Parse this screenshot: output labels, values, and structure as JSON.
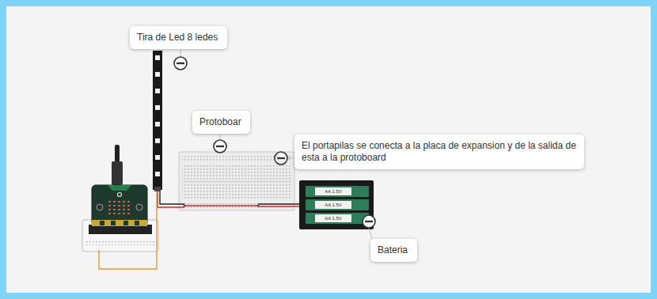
{
  "diagram": {
    "nodes": [
      {
        "text": [
          "Tira de Led 8 ledes"
        ]
      },
      {
        "text": [
          "Protoboar"
        ]
      },
      {
        "text": [
          "El portapilas se conecta a la placa de expansion y de la salida de esta a la protoboard"
        ]
      },
      {
        "text": [
          "Bateria"
        ]
      }
    ],
    "labels": [
      "AA 1.5V",
      "AA 1.5V",
      "AA 1.5V"
    ]
  }
}
